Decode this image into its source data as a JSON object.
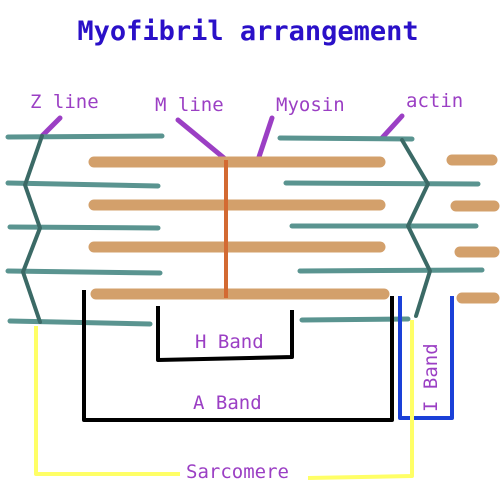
{
  "title": "Myofibril arrangement",
  "labels": {
    "z_line": "Z line",
    "m_line": "M line",
    "myosin": "Myosin",
    "actin": "actin",
    "h_band": "H Band",
    "a_band": "A Band",
    "i_band": "I Band",
    "sarcomere": "Sarcomere"
  },
  "colors": {
    "title": "#2a10c8",
    "label": "#9b3fc4",
    "actin": "#5a9490",
    "z_line": "#3b6a66",
    "myosin": "#d3a06b",
    "m_line": "#d36a32",
    "a_band_bracket": "#000000",
    "i_band_bracket": "#1a40d8",
    "sarcomere_bracket": "#ffff66"
  }
}
